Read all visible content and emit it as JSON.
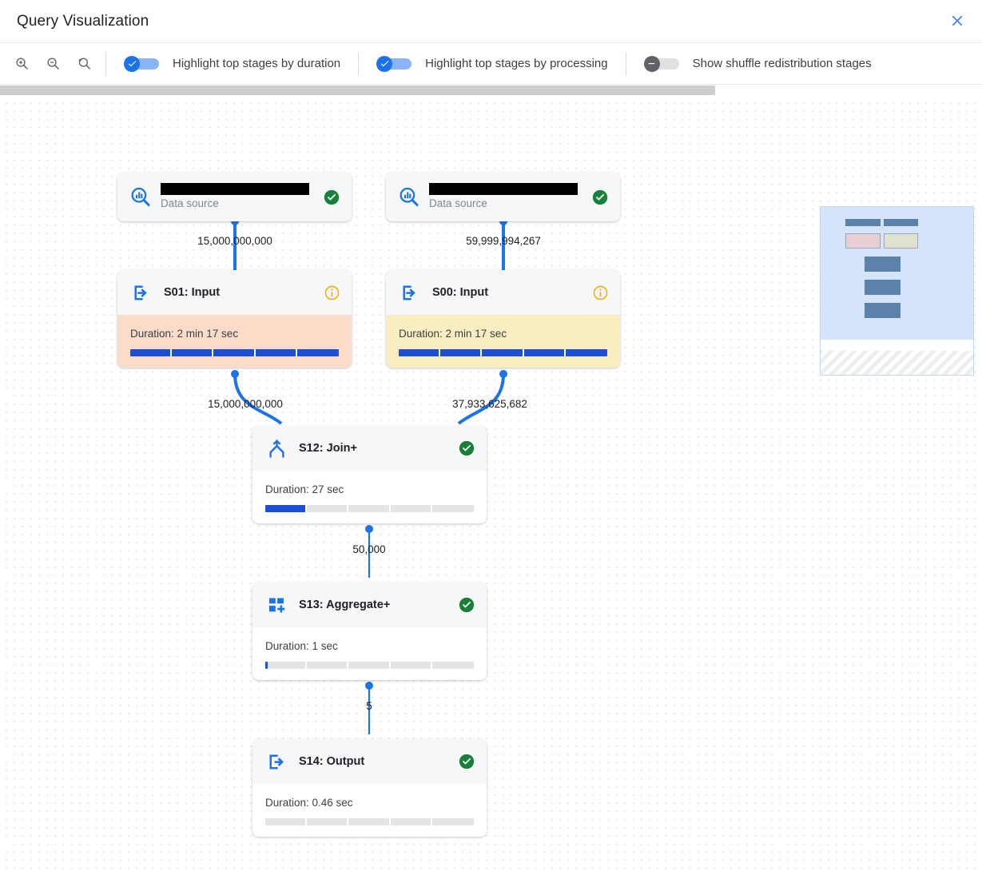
{
  "header": {
    "title": "Query Visualization",
    "close_icon": "close-icon"
  },
  "toolbar": {
    "zoom_in_icon": "zoom-in-icon",
    "zoom_out_icon": "zoom-out-icon",
    "zoom_reset_icon": "zoom-reset-icon",
    "toggles": [
      {
        "label": "Highlight top stages by duration",
        "state": "on"
      },
      {
        "label": "Highlight top stages by processing",
        "state": "on"
      },
      {
        "label": "Show shuffle redistribution stages",
        "state": "off"
      }
    ]
  },
  "colors": {
    "accent_blue": "#1a73e8",
    "toggle_on_track": "#8ab4f8",
    "toggle_off_track": "#e0e0e0",
    "status_success": "#188038",
    "status_info": "#f9ab00",
    "highlight_duration": "#fbdcc8",
    "highlight_processing": "#faedc0",
    "bar_fill": "#1c4fd8",
    "bar_track": "#e4e4e4",
    "canvas_dot": "#e3e3e3",
    "minimap_viewport": "#d6e4fb"
  },
  "graph": {
    "data_sources": [
      {
        "id": "ds-left",
        "name_redacted": true,
        "subtitle": "Data source",
        "status": "success",
        "icon": "data-source-icon"
      },
      {
        "id": "ds-right",
        "name_redacted": true,
        "subtitle": "Data source",
        "status": "success",
        "icon": "data-source-icon"
      }
    ],
    "stages": [
      {
        "id": "S01",
        "title": "S01: Input",
        "icon": "input-arrow-icon",
        "status": "info",
        "duration": "Duration: 2 min 17 sec",
        "bar_percent": 100,
        "highlight": "duration"
      },
      {
        "id": "S00",
        "title": "S00: Input",
        "icon": "input-arrow-icon",
        "status": "info",
        "duration": "Duration: 2 min 17 sec",
        "bar_percent": 100,
        "highlight": "processing"
      },
      {
        "id": "S12",
        "title": "S12: Join+",
        "icon": "join-icon",
        "status": "success",
        "duration": "Duration: 27 sec",
        "bar_percent": 20,
        "highlight": "none"
      },
      {
        "id": "S13",
        "title": "S13: Aggregate+",
        "icon": "aggregate-icon",
        "status": "success",
        "duration": "Duration: 1 sec",
        "bar_percent": 1,
        "highlight": "none"
      },
      {
        "id": "S14",
        "title": "S14: Output",
        "icon": "output-arrow-icon",
        "status": "success",
        "duration": "Duration: 0.46 sec",
        "bar_percent": 0,
        "highlight": "none"
      }
    ],
    "edge_labels": [
      {
        "id": "e-ds-left-s01",
        "value": "15,000,000,000"
      },
      {
        "id": "e-ds-right-s00",
        "value": "59,999,994,267"
      },
      {
        "id": "e-s01-s12",
        "value": "15,000,000,000"
      },
      {
        "id": "e-s00-s12",
        "value": "37,933,625,682"
      },
      {
        "id": "e-s12-s13",
        "value": "50,000"
      },
      {
        "id": "e-s13-s14",
        "value": "5"
      }
    ]
  }
}
